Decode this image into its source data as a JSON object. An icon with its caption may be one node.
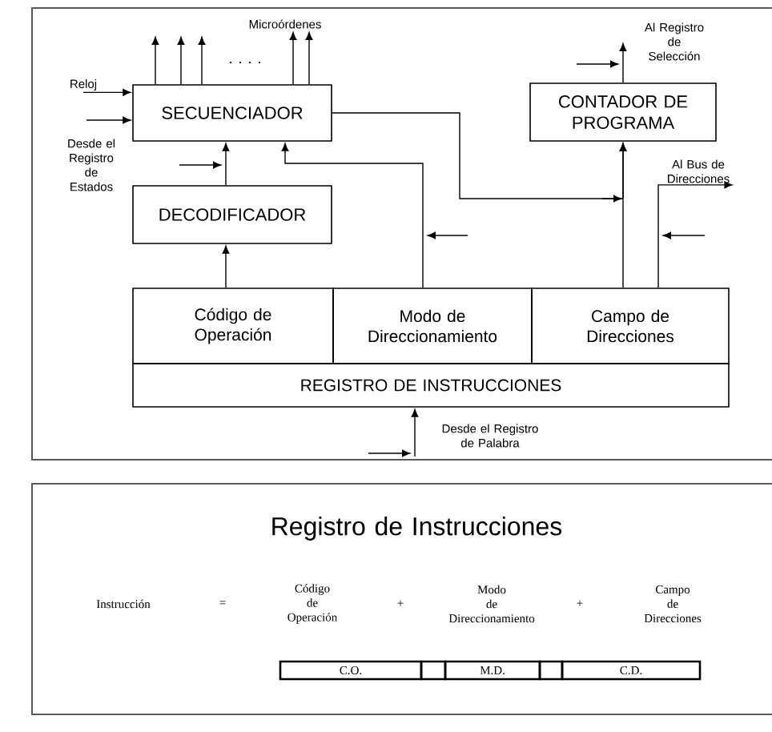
{
  "diagram": {
    "nodes": [
      {
        "text": [
          "SECUENCIADOR"
        ]
      },
      {
        "text": [
          "DECODIFICADOR"
        ]
      },
      {
        "text": [
          "CONTADOR DE PROGRAMA"
        ]
      },
      {
        "text": [
          "Código de Operación"
        ]
      },
      {
        "text": [
          "Modo de Direccionamiento"
        ]
      },
      {
        "text": [
          "Campo de Direcciones"
        ]
      },
      {
        "text": [
          "REGISTRO DE INSTRUCCIONES"
        ]
      },
      {
        "text": [
          "C.O."
        ]
      },
      {
        "text": [],
        "shape": "box"
      },
      {
        "text": [
          "M.D."
        ]
      },
      {
        "text": [],
        "shape": "box"
      },
      {
        "text": [
          "C.D."
        ]
      },
      {
        "text": [
          "Microórdenes"
        ]
      },
      {
        "text": [
          "Al Registro de Selección"
        ]
      },
      {
        "text": [
          "Reloj"
        ]
      },
      {
        "text": [
          "Al Bus de Direcciones"
        ]
      },
      {
        "text": [
          "Desde el Registro de Estados"
        ]
      }
    ],
    "edges": [
      {
        "from": 0,
        "to": null,
        "arrow": "to"
      },
      {
        "from": 0,
        "to": null,
        "arrow": "to"
      },
      {
        "from": 0,
        "to": null,
        "arrow": "to"
      },
      {
        "from": 0,
        "to": 12,
        "arrow": "to"
      },
      {
        "from": 0,
        "to": 12,
        "arrow": "to"
      },
      {
        "from": 14,
        "to": 0,
        "arrow": "to"
      },
      {
        "from": 16,
        "to": 0,
        "arrow": "to"
      },
      {
        "from": 1,
        "to": 0,
        "arrow": "to"
      },
      {
        "from": 3,
        "to": 1,
        "arrow": "to"
      },
      {
        "from": 4,
        "to": 0,
        "arrow": "to"
      },
      {
        "from": 0,
        "to": 2,
        "arrow": "to"
      },
      {
        "from": 5,
        "to": 2,
        "arrow": "to"
      },
      {
        "from": 2,
        "to": 13,
        "arrow": "to"
      },
      {
        "from": 5,
        "to": 15,
        "arrow": "to"
      },
      {
        "from": null,
        "to": 6,
        "arrow": "to"
      }
    ],
    "labels": [
      "· · · ·",
      "Desde el Registro de Palabra",
      "Registro de Instrucciones",
      "Instrucción",
      "=",
      "Código de Operación",
      "+",
      "Modo de Direccionamiento",
      "+",
      "Campo de Direcciones"
    ]
  }
}
